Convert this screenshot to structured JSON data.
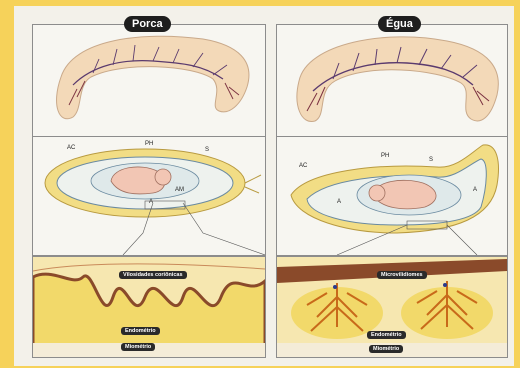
{
  "titles": {
    "left": "Porca",
    "right": "Égua"
  },
  "left_labels": {
    "ac": "AC",
    "ph": "PH",
    "s": "S",
    "am": "AM",
    "a": "A"
  },
  "right_labels": {
    "ac": "AC",
    "ph": "PH",
    "s": "S",
    "a1": "A",
    "a2": "A"
  },
  "left_detail": {
    "villi": "Vilosidades coriônicas",
    "endometrium": "Endométrio",
    "myometrium": "Miométrio"
  },
  "right_detail": {
    "microvilli": "Microvilidiomes",
    "endometrium": "Endométrio",
    "myometrium": "Miométrio"
  },
  "colors": {
    "background_border": "#f6d25a",
    "placenta_tissue": "#f3d9b8",
    "vessels": "#5a3a6e",
    "endometrium": "#f3e27a",
    "chorion": "#9a5a3a",
    "fetus": "#f2c6b4"
  }
}
